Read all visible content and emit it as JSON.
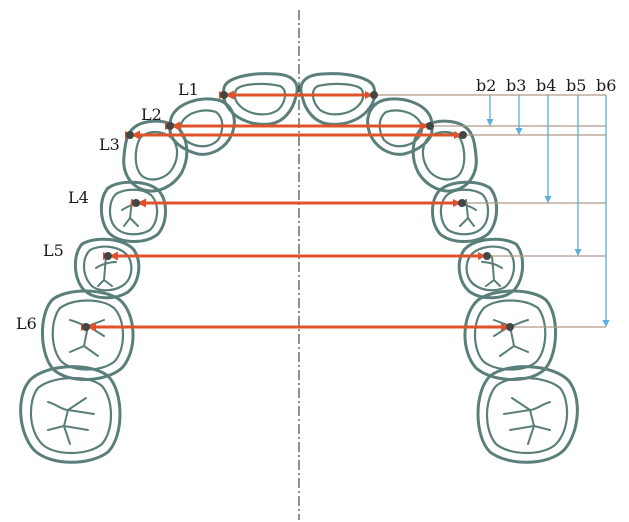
{
  "diagram": {
    "width_labels": [
      "L1",
      "L2",
      "L3",
      "L4",
      "L5",
      "L6"
    ],
    "depth_labels": [
      "b2",
      "b3",
      "b4",
      "b5",
      "b6"
    ],
    "colors": {
      "tooth_outline": "#5a7f7a",
      "width_arrow": "#e0532a",
      "depth_arrow": "#5aaee0",
      "guide_line": "#b09a86",
      "landmark_point": "#454545",
      "midline": "#222222"
    }
  }
}
